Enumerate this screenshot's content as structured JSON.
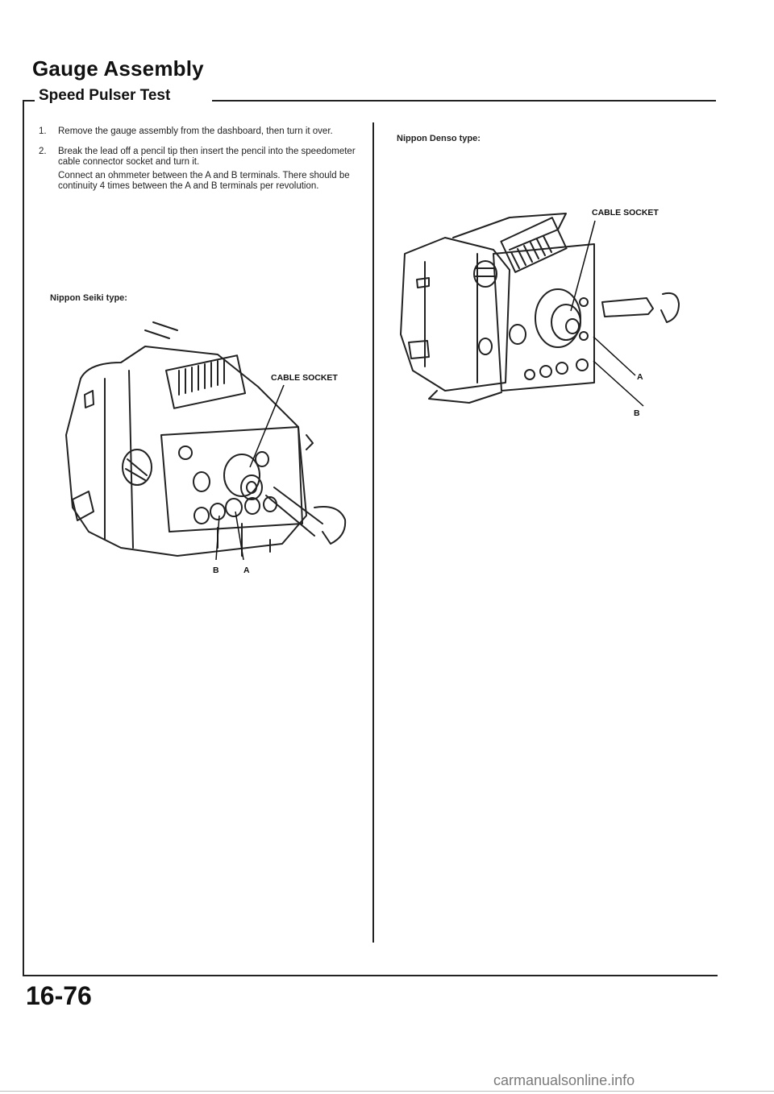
{
  "page": {
    "title": "Gauge Assembly",
    "section_title": "Speed Pulser Test",
    "page_number": "16-76",
    "footer_url": "carmanualsonline.info"
  },
  "steps": [
    {
      "number": "1.",
      "paragraphs": [
        "Remove the gauge assembly from the dashboard, then turn it over."
      ]
    },
    {
      "number": "2.",
      "paragraphs": [
        "Break the lead off a pencil tip then insert the pencil into the speedometer cable connector socket and turn it.",
        "Connect an ohmmeter between the A and B terminals. There should be continuity 4 times between the A and B terminals per revolution."
      ]
    }
  ],
  "figures": {
    "seiki": {
      "label": "Nippon Seiki type:",
      "callout_socket": "CABLE SOCKET",
      "callout_b": "B",
      "callout_a": "A"
    },
    "denso": {
      "label": "Nippon Denso type:",
      "callout_socket": "CABLE SOCKET",
      "callout_a": "A",
      "callout_b": "B"
    }
  }
}
